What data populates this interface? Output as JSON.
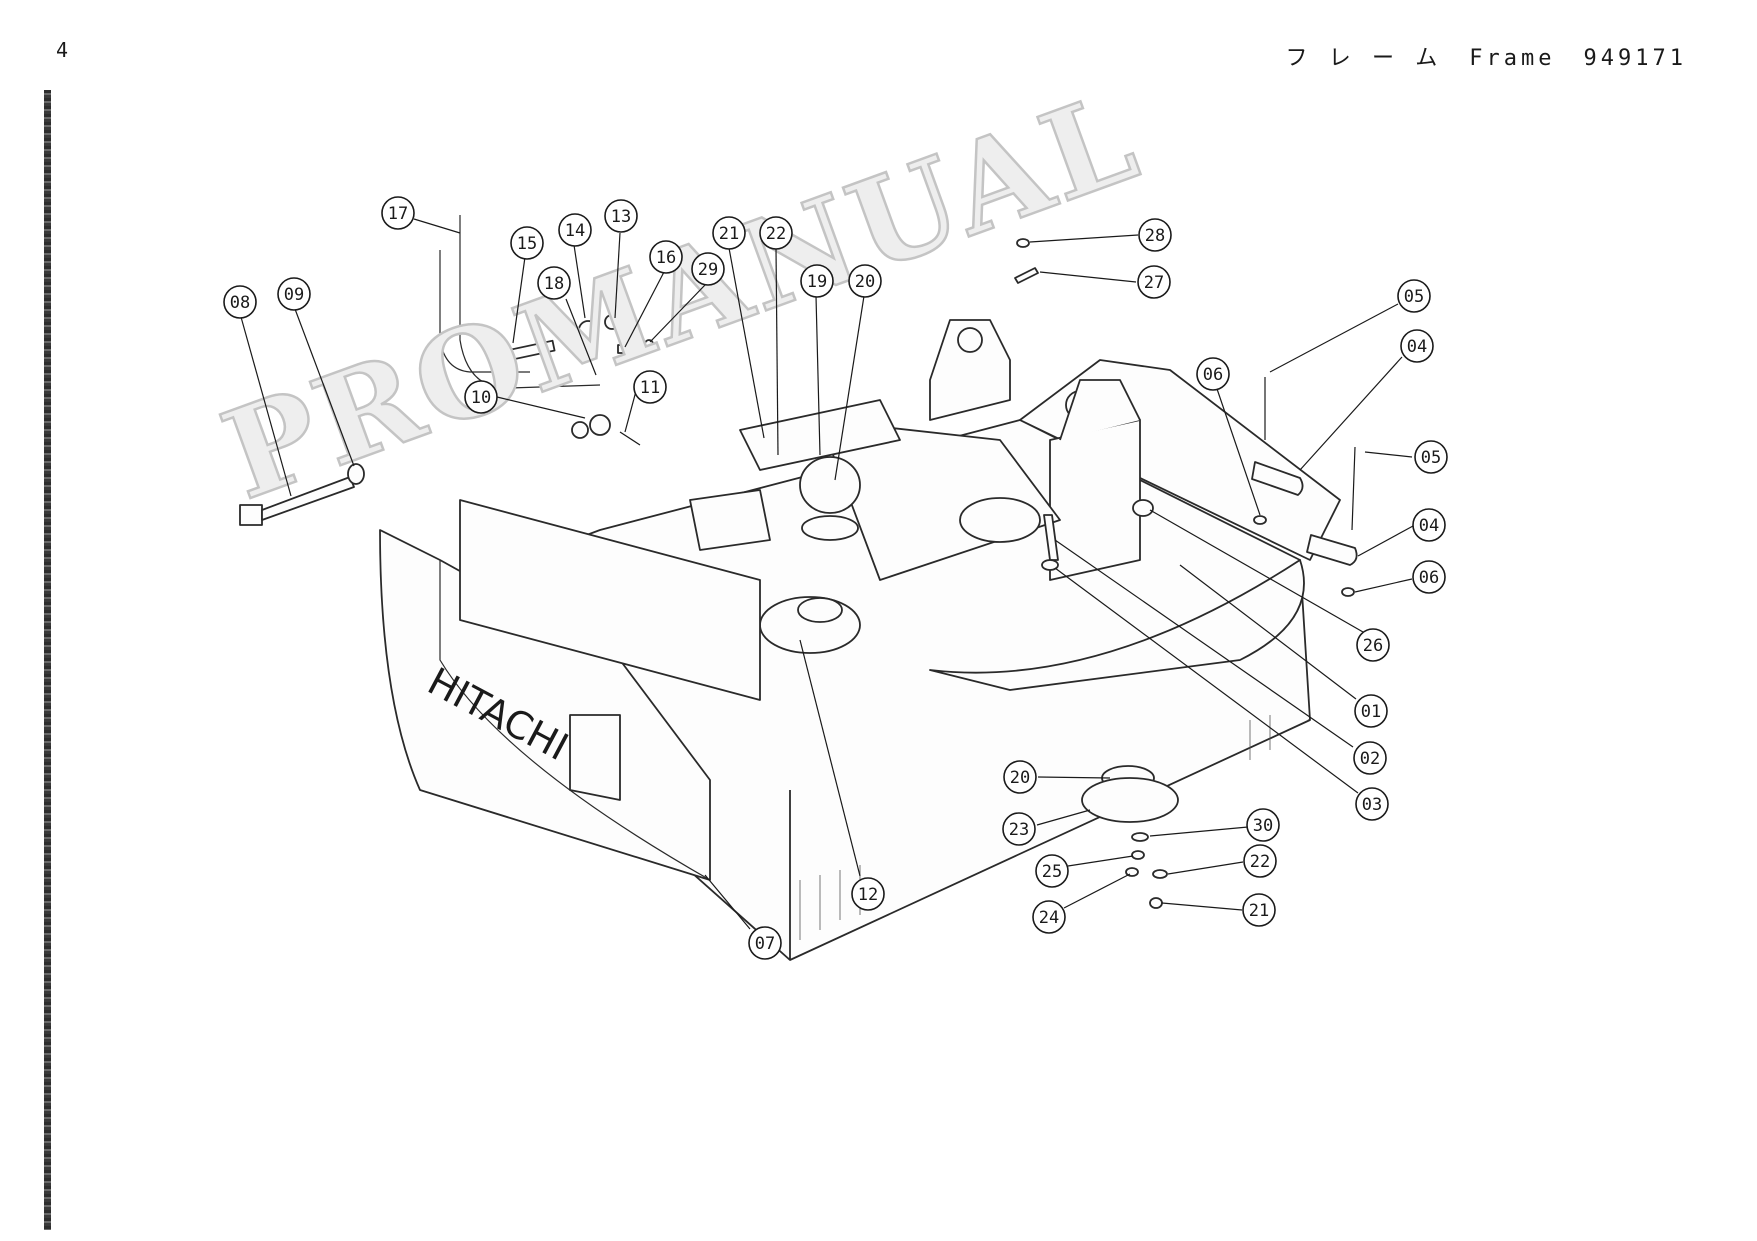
{
  "header": {
    "page_number": "4",
    "title_jp": "フ レ ー ム",
    "title_en": "Frame",
    "part_number": "949171"
  },
  "watermark": "PROMANUAL",
  "brand_marking": "HITACHI",
  "callouts": {
    "c01": "01",
    "c02": "02",
    "c03": "03",
    "c04a": "04",
    "c04b": "04",
    "c05a": "05",
    "c05b": "05",
    "c06a": "06",
    "c06b": "06",
    "c07": "07",
    "c08": "08",
    "c09": "09",
    "c10": "10",
    "c11": "11",
    "c12": "12",
    "c13": "13",
    "c14": "14",
    "c15": "15",
    "c16": "16",
    "c17": "17",
    "c18": "18",
    "c19": "19",
    "c20a": "20",
    "c20b": "20",
    "c21a": "21",
    "c21b": "21",
    "c22a": "22",
    "c22b": "22",
    "c23": "23",
    "c24": "24",
    "c25": "25",
    "c26": "26",
    "c27": "27",
    "c28": "28",
    "c29": "29",
    "c30": "30"
  }
}
